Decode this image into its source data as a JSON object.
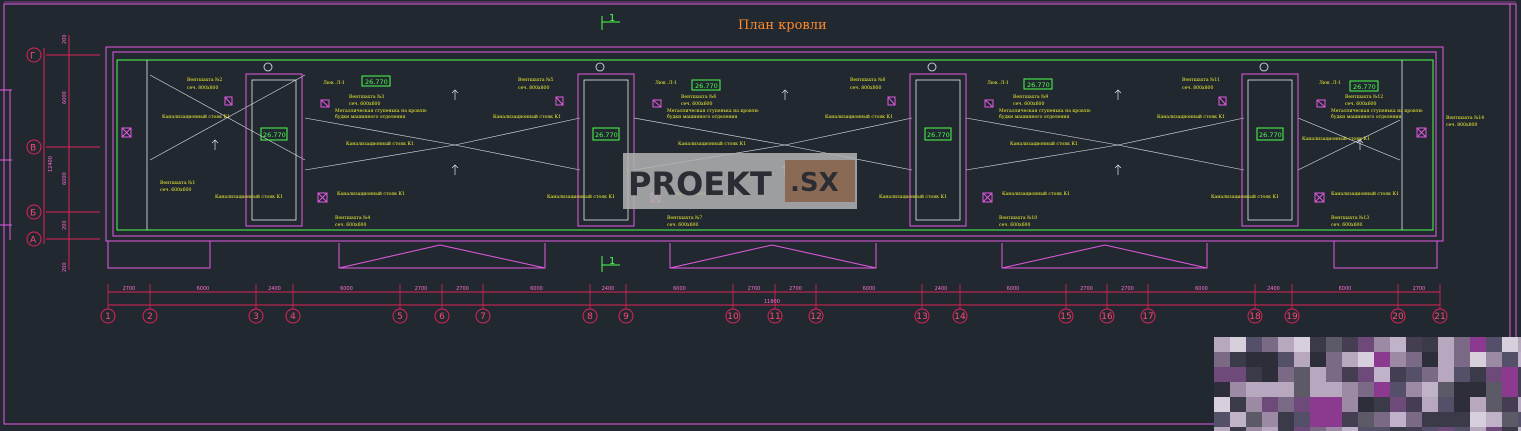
{
  "drawing": {
    "title": "План  кровли",
    "section_mark": "1",
    "overall_dimension": "11800",
    "elevation": "26.770",
    "axes_bottom": [
      "1",
      "2",
      "3",
      "4",
      "5",
      "6",
      "7",
      "8",
      "9",
      "10",
      "11",
      "12",
      "13",
      "14",
      "15",
      "16",
      "17",
      "18",
      "19",
      "20",
      "21"
    ],
    "axes_left": [
      "Г",
      "В",
      "Б",
      "А"
    ],
    "dims_bottom": [
      "2700",
      "6000",
      "2400",
      "6000",
      "2700",
      "2700",
      "6000",
      "2400",
      "6000",
      "2700",
      "2700",
      "6000",
      "2400",
      "6000",
      "2700",
      "2700",
      "6000",
      "2400",
      "6000",
      "2700"
    ],
    "dims_left": [
      "200",
      "6000",
      "12400",
      "6000",
      "200",
      "200"
    ],
    "labels": {
      "exit_hatch": "Люк .Л-1",
      "vent_note": "Металлическая ступенька на кровлю",
      "vent_note2": "будки машинного отделения",
      "canal_riser": "Канализационный стояк К1",
      "section_size": "сеч. 600х600",
      "section_size_b": "сеч. 800х800"
    },
    "vent_shafts": {
      "v1": "Вентшахта №1",
      "v2": "Вентшахта №2",
      "v3": "Вентшахта №3",
      "v4": "Вентшахта №4",
      "v5": "Вентшахта №5",
      "v6": "Вентшахта №6",
      "v7": "Вентшахта №7",
      "v8": "Вентшахта №8",
      "v9": "Вентшахта №9",
      "v10": "Вентшахта №10",
      "v11": "Вентшахта №11",
      "v12": "Вентшахта №12",
      "v13": "Вентшахта №13",
      "v14": "Вентшахта №14"
    },
    "watermark": {
      "brand": "PROEKT",
      "domain": ".SX"
    }
  },
  "colors": {
    "background": "#212830",
    "frame": "#e35ae0",
    "parapet": "#4dff4d",
    "text": "#f2f230",
    "title": "#ff8a2a",
    "axis": "#e0245a"
  }
}
